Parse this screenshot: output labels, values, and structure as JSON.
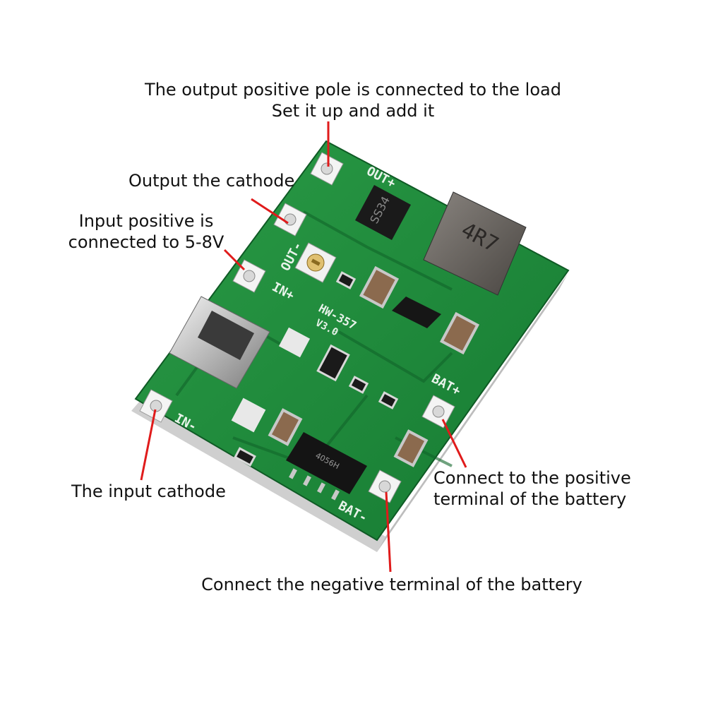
{
  "board": {
    "model": "HW-357",
    "version": "V3.0",
    "inductor": "4R7",
    "diode": "SS34",
    "chip": "4056H",
    "pads": {
      "out_plus": "OUT+",
      "out_minus": "OUT-",
      "in_plus": "IN+",
      "in_minus": "IN-",
      "bat_plus": "BAT+",
      "bat_minus": "BAT-"
    }
  },
  "callouts": {
    "out_pos": [
      "The output positive pole is connected to the load",
      "Set it up and add it"
    ],
    "out_neg": "Output the cathode",
    "in_pos": [
      "Input positive is",
      "connected to 5-8V"
    ],
    "in_neg": "The input cathode",
    "bat_pos": [
      "Connect to the positive",
      "terminal of the battery"
    ],
    "bat_neg": "Connect the negative terminal of the battery"
  },
  "colors": {
    "pcb": "#1e8a3a",
    "pcb_dark": "#11652a",
    "silk": "#e8f3ea",
    "callout_line": "#e01b1b"
  }
}
